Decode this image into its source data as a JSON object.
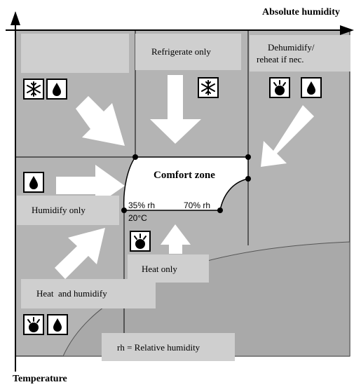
{
  "axes": {
    "y_label": "Absolute humidity",
    "x_label": "Temperature"
  },
  "zones": {
    "refrigerate": "Refrigerate only",
    "dehumidify_line1": "Dehumidify/",
    "dehumidify_line2": "reheat if nec.",
    "comfort": "Comfort zone",
    "humidify": "Humidify only",
    "heat": "Heat only",
    "heat_humidify": "Heat  and humidify",
    "legend": "rh = Relative humidity"
  },
  "comfort_points": {
    "rh_low": "35% rh",
    "rh_high": "70% rh",
    "temp": "20°C"
  },
  "icons": [
    "snowflake-icon",
    "droplet-icon",
    "snowflake-icon",
    "heater-icon",
    "droplet-icon",
    "droplet-icon",
    "heater-icon",
    "heater-icon",
    "droplet-icon"
  ],
  "colors": {
    "background": "#ffffff",
    "zone_fill": "#b4b4b4",
    "outer_fill": "#a9a9a9",
    "label_box": "#cfcfcf",
    "comfort_fill": "#ffffff",
    "arrow_fill": "#ffffff"
  }
}
